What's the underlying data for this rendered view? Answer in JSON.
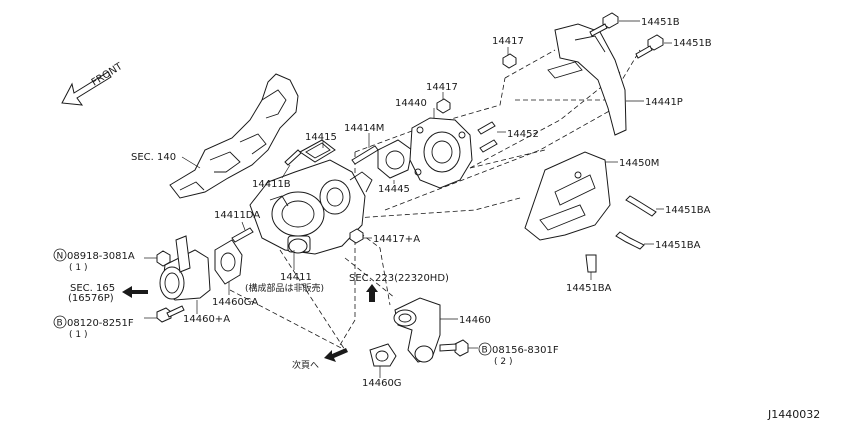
{
  "diagram": {
    "front_label": "FRONT",
    "footer_code": "J1440032",
    "labels": {
      "p14451B_1": "14451B",
      "p14451B_2": "14451B",
      "p14417_top": "14417",
      "p14417": "14417",
      "p14440": "14440",
      "p14441P": "14441P",
      "p14452": "14452",
      "p14414M": "14414M",
      "p14415": "14415",
      "sec140": "SEC. 140",
      "p14411B": "14411B",
      "p14445": "14445",
      "p14450M": "14450M",
      "p14451BA_1": "14451BA",
      "p14451BA_2": "14451BA",
      "p14451BA_3": "14451BA",
      "p14411DA": "14411DA",
      "p14417A": "14417+A",
      "n_part": "08918-3081A",
      "n_qty": "( 1 )",
      "sec165": "SEC. 165",
      "sec165_sub": "(16576P)",
      "p14460GA": "14460GA",
      "p14411": "14411",
      "p14411_note": "(構成部品は非販売)",
      "sec223": "SEC. 223(22320HD)",
      "b1_part": "08120-8251F",
      "b1_qty": "( 1 )",
      "p14460A": "14460+A",
      "p14460": "14460",
      "b2_part": "08156-8301F",
      "b2_qty": "( 2 )",
      "next_page": "次頁へ",
      "p14460G": "14460G",
      "n_badge": "N",
      "b_badge": "B"
    }
  }
}
